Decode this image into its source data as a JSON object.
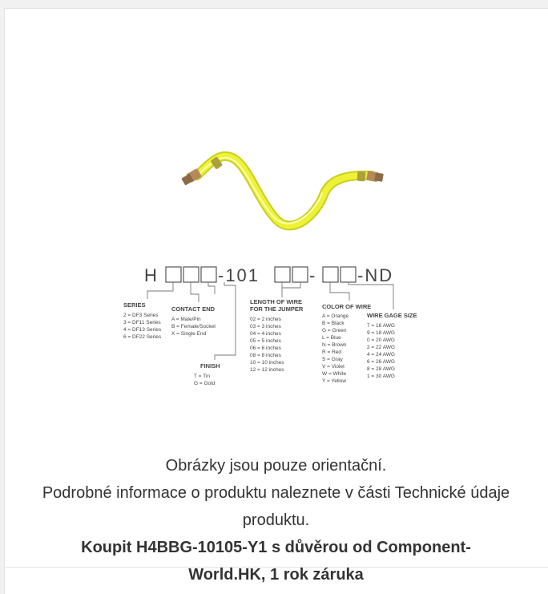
{
  "product_image": {
    "part_code": {
      "prefix": "H",
      "middle": "-101",
      "suffix": "-ND"
    },
    "legend": {
      "series": {
        "title": "SERIES",
        "items": [
          "2 = DF3 Series",
          "3 = DF11 Series",
          "4 = DF13 Series",
          "6 = DF22 Series"
        ]
      },
      "contact_end": {
        "title": "CONTACT END",
        "items": [
          "A = Male/Pin",
          "B = Female/Socket",
          "X = Single End"
        ]
      },
      "finish": {
        "title": "FINISH",
        "items": [
          "T = Tin",
          "G = Gold"
        ]
      },
      "length": {
        "title_line1": "LENGTH OF WIRE",
        "title_line2": "FOR THE JUMPER",
        "items": [
          "02 = 2 inches",
          "03 = 3 inches",
          "04 = 4 inches",
          "05 = 5 inches",
          "06 = 6 inches",
          "08 = 8 inches",
          "10 = 10 inches",
          "12 = 12 inches"
        ]
      },
      "color": {
        "title": "COLOR OF WIRE",
        "items": [
          "A = Orange",
          "B = Black",
          "G = Green",
          "L = Blue",
          "N = Brown",
          "R = Red",
          "S = Gray",
          "V = Violet",
          "W = White",
          "Y = Yellow"
        ]
      },
      "gage": {
        "title": "WIRE GAGE SIZE",
        "items": [
          "7 = 16 AWG",
          "9 = 18 AWG",
          "0 = 20 AWG",
          "2 = 22 AWG",
          "4 = 24 AWG",
          "6 = 26 AWG",
          "8 = 28 AWG",
          "1 = 30 AWG"
        ]
      }
    }
  },
  "caption": {
    "line1": "Obrázky jsou pouze orientační.",
    "line2": "Podrobné informace o produktu naleznete v části Technické údaje produktu.",
    "line3": "Koupit H4BBG-10105-Y1 s důvěrou od Component-World.HK, 1 rok záruka"
  },
  "colors": {
    "wire": "#e9ef2c",
    "wire_highlight": "#f6f98e",
    "terminal": "#b48a5a",
    "text_dark": "#333333",
    "legend_text": "#444444"
  }
}
